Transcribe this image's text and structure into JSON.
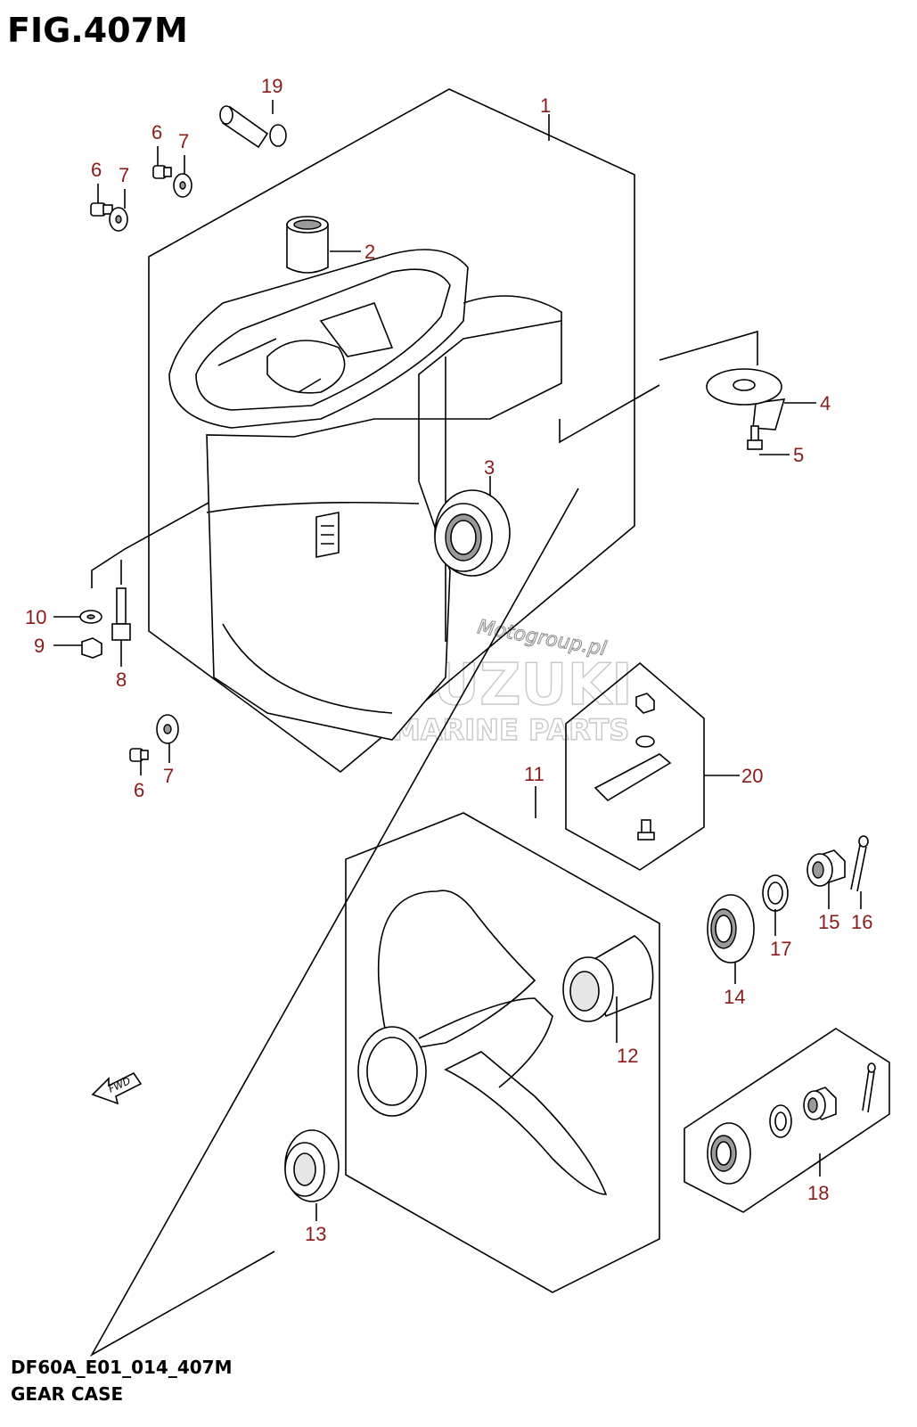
{
  "figure": {
    "title": "FIG.407M",
    "code": "DF60A_E01_014_407M",
    "name": "GEAR CASE"
  },
  "callouts": [
    "1",
    "2",
    "3",
    "4",
    "5",
    "6",
    "6",
    "6",
    "7",
    "7",
    "7",
    "8",
    "9",
    "10",
    "11",
    "12",
    "13",
    "14",
    "15",
    "16",
    "17",
    "18",
    "19",
    "20"
  ],
  "watermark": {
    "brand": "SUZUKI",
    "sub": "MARINE PARTS",
    "site": "Motogroup.pl"
  },
  "fwd_label": "FWD"
}
